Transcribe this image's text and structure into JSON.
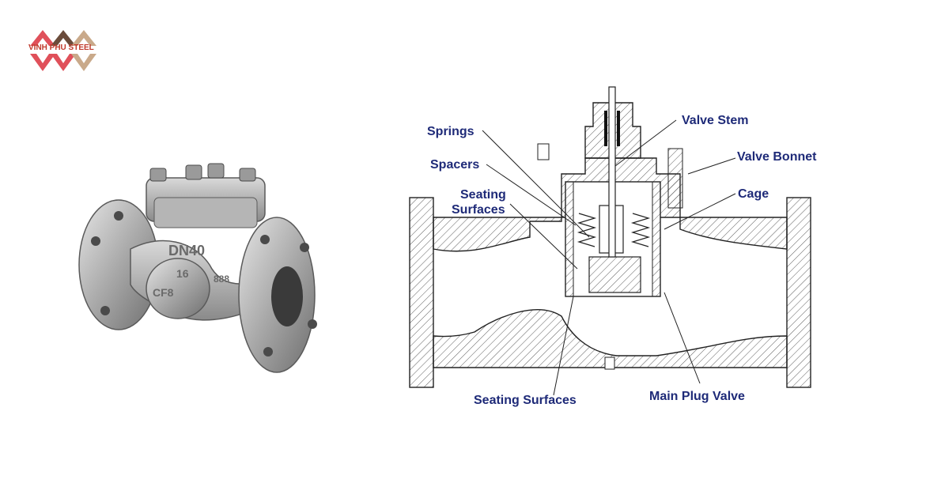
{
  "brand": {
    "name": "VINH PHU STEEL",
    "colors": {
      "red": "#e0505a",
      "tan": "#c9a98a",
      "dark": "#6b4c3b"
    }
  },
  "photo": {
    "markings": [
      "DN40",
      "16",
      "CF8",
      "888"
    ]
  },
  "diagram": {
    "labels": {
      "springs": "Springs",
      "spacers": "Spacers",
      "seating_surfaces_1": "Seating",
      "seating_surfaces_2": "Surfaces",
      "valve_stem": "Valve Stem",
      "valve_bonnet": "Valve Bonnet",
      "cage": "Cage",
      "seating_surfaces_bottom": "Seating Surfaces",
      "main_plug_valve": "Main Plug Valve"
    },
    "label_color": "#1e2a78"
  }
}
